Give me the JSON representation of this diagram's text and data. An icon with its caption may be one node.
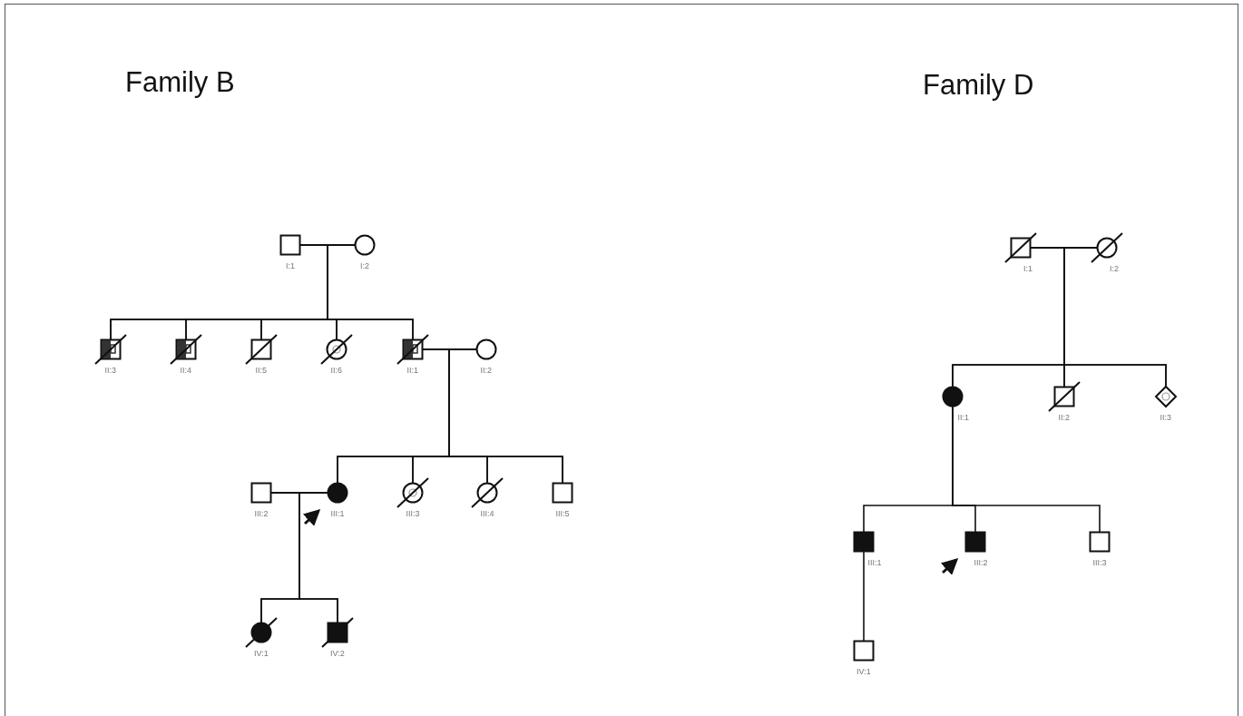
{
  "diagram": {
    "nodes": [
      {
        "text": [
          "I:1"
        ]
      },
      {
        "text": [
          "I:2"
        ]
      },
      {
        "text": [
          "II:3"
        ]
      },
      {
        "text": [
          "II:4"
        ]
      },
      {
        "text": [
          "II:5"
        ]
      },
      {
        "text": [
          "II:6"
        ]
      },
      {
        "text": [
          "II:1"
        ]
      },
      {
        "text": [
          "II:2"
        ]
      },
      {
        "text": [
          "III:2"
        ]
      },
      {
        "text": [
          "III:1"
        ]
      },
      {
        "text": [
          "III:3"
        ]
      },
      {
        "text": [
          "III:4"
        ]
      },
      {
        "text": [
          "III:5"
        ]
      },
      {
        "text": [
          "IV:1"
        ]
      },
      {
        "text": [
          "IV:2"
        ]
      },
      {
        "text": [
          "I:1"
        ]
      },
      {
        "text": [
          "I:2"
        ]
      },
      {
        "text": [
          "II:1"
        ]
      },
      {
        "text": [
          "II:2"
        ]
      },
      {
        "text": [
          "II:3"
        ]
      },
      {
        "text": [
          "III:1"
        ]
      },
      {
        "text": [
          "III:2"
        ]
      },
      {
        "text": [
          "III:3"
        ]
      },
      {
        "text": [
          "IV:1"
        ]
      }
    ],
    "edges": [
      {
        "from": 0,
        "to": 1,
        "arrow": "none"
      },
      {
        "from": 0,
        "to": 2,
        "arrow": "none"
      },
      {
        "from": 1,
        "to": 2,
        "arrow": "none"
      },
      {
        "from": 0,
        "to": 3,
        "arrow": "none"
      },
      {
        "from": 1,
        "to": 3,
        "arrow": "none"
      },
      {
        "from": 0,
        "to": 4,
        "arrow": "none"
      },
      {
        "from": 1,
        "to": 4,
        "arrow": "none"
      },
      {
        "from": 0,
        "to": 5,
        "arrow": "none"
      },
      {
        "from": 1,
        "to": 5,
        "arrow": "none"
      },
      {
        "from": 0,
        "to": 6,
        "arrow": "none"
      },
      {
        "from": 1,
        "to": 6,
        "arrow": "none"
      },
      {
        "from": 6,
        "to": 7,
        "arrow": "none"
      },
      {
        "from": 6,
        "to": 9,
        "arrow": "none"
      },
      {
        "from": 7,
        "to": 9,
        "arrow": "none"
      },
      {
        "from": 6,
        "to": 10,
        "arrow": "none"
      },
      {
        "from": 7,
        "to": 10,
        "arrow": "none"
      },
      {
        "from": 6,
        "to": 11,
        "arrow": "none"
      },
      {
        "from": 7,
        "to": 11,
        "arrow": "none"
      },
      {
        "from": 6,
        "to": 12,
        "arrow": "none"
      },
      {
        "from": 7,
        "to": 12,
        "arrow": "none"
      },
      {
        "from": 8,
        "to": 9,
        "arrow": "none"
      },
      {
        "from": 8,
        "to": 13,
        "arrow": "none"
      },
      {
        "from": 9,
        "to": 13,
        "arrow": "none"
      },
      {
        "from": 8,
        "to": 14,
        "arrow": "none"
      },
      {
        "from": 9,
        "to": 14,
        "arrow": "none"
      },
      {
        "from": null,
        "to": 9,
        "arrow": "to"
      },
      {
        "from": 15,
        "to": 16,
        "arrow": "none"
      },
      {
        "from": 15,
        "to": 17,
        "arrow": "none"
      },
      {
        "from": 16,
        "to": 17,
        "arrow": "none"
      },
      {
        "from": 15,
        "to": 18,
        "arrow": "none"
      },
      {
        "from": 16,
        "to": 18,
        "arrow": "none"
      },
      {
        "from": 15,
        "to": 19,
        "arrow": "none"
      },
      {
        "from": 16,
        "to": 19,
        "arrow": "none"
      },
      {
        "from": 17,
        "to": 20,
        "arrow": "none"
      },
      {
        "from": 17,
        "to": 21,
        "arrow": "none"
      },
      {
        "from": 17,
        "to": 22,
        "arrow": "none"
      },
      {
        "from": 20,
        "to": 23,
        "arrow": "none"
      },
      {
        "from": null,
        "to": 21,
        "arrow": "to"
      }
    ],
    "labels": [
      "Family B",
      "Family D"
    ]
  }
}
